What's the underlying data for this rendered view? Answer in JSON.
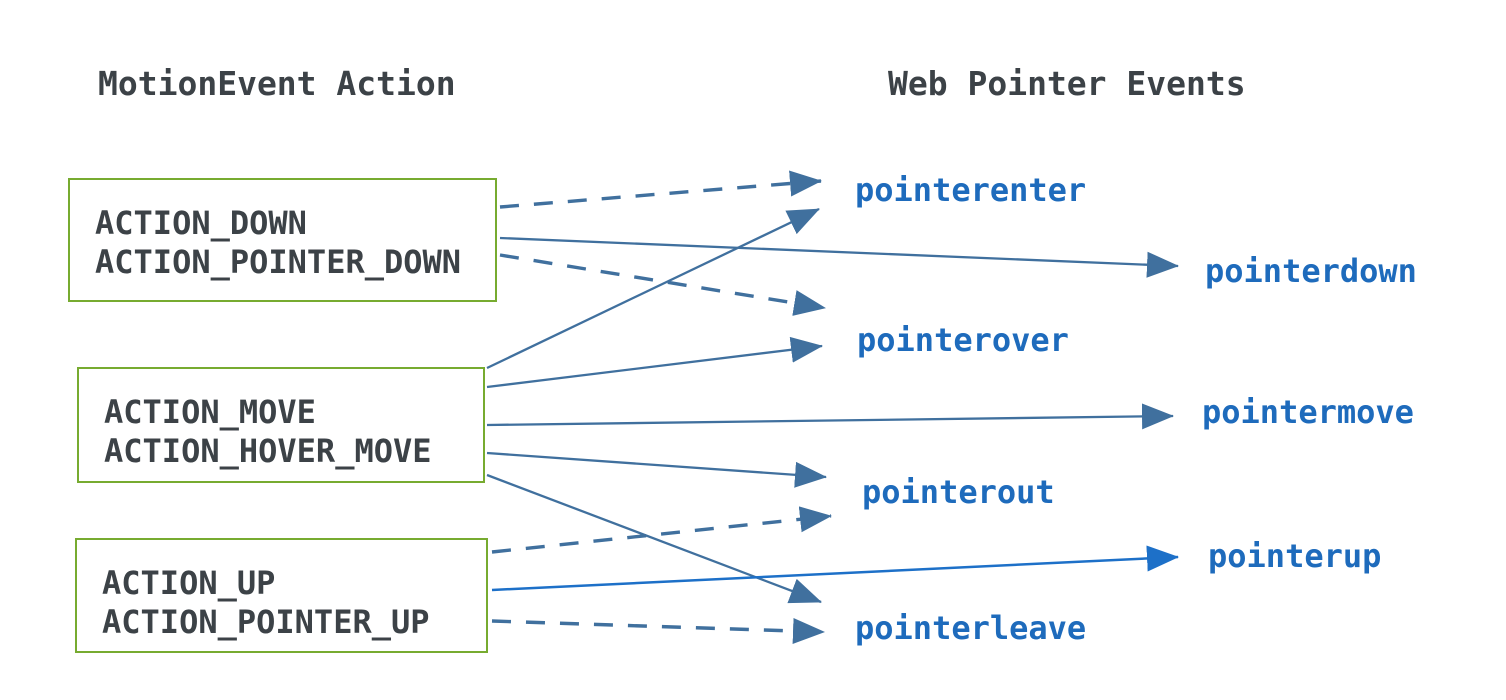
{
  "diagram": {
    "left_header": "MotionEvent Action",
    "right_header": "Web Pointer Events",
    "action_boxes": [
      {
        "id": "down",
        "lines": [
          "ACTION_DOWN",
          "ACTION_POINTER_DOWN"
        ]
      },
      {
        "id": "move",
        "lines": [
          "ACTION_MOVE",
          "ACTION_HOVER_MOVE"
        ]
      },
      {
        "id": "up",
        "lines": [
          "ACTION_UP",
          "ACTION_POINTER_UP"
        ]
      }
    ],
    "pointer_events": [
      "pointerenter",
      "pointerdown",
      "pointerover",
      "pointermove",
      "pointerout",
      "pointerup",
      "pointerleave"
    ],
    "mappings": [
      {
        "from": "ACTION_DOWN / ACTION_POINTER_DOWN",
        "to": "pointerenter",
        "line_style": "dashed"
      },
      {
        "from": "ACTION_DOWN / ACTION_POINTER_DOWN",
        "to": "pointerdown",
        "line_style": "solid"
      },
      {
        "from": "ACTION_DOWN / ACTION_POINTER_DOWN",
        "to": "pointerover",
        "line_style": "dashed"
      },
      {
        "from": "ACTION_MOVE / ACTION_HOVER_MOVE",
        "to": "pointerenter",
        "line_style": "solid"
      },
      {
        "from": "ACTION_MOVE / ACTION_HOVER_MOVE",
        "to": "pointerover",
        "line_style": "solid"
      },
      {
        "from": "ACTION_MOVE / ACTION_HOVER_MOVE",
        "to": "pointermove",
        "line_style": "solid"
      },
      {
        "from": "ACTION_MOVE / ACTION_HOVER_MOVE",
        "to": "pointerout",
        "line_style": "solid"
      },
      {
        "from": "ACTION_MOVE / ACTION_HOVER_MOVE",
        "to": "pointerleave",
        "line_style": "solid"
      },
      {
        "from": "ACTION_UP / ACTION_POINTER_UP",
        "to": "pointerout",
        "line_style": "dashed"
      },
      {
        "from": "ACTION_UP / ACTION_POINTER_UP",
        "to": "pointerup",
        "line_style": "solid"
      },
      {
        "from": "ACTION_UP / ACTION_POINTER_UP",
        "to": "pointerleave",
        "line_style": "dashed"
      }
    ],
    "colors": {
      "ink": "#3c4247",
      "green": "#77ab30",
      "label": "#1e6bbc",
      "arrow": "#40709e",
      "arrow-bright": "#1d70c8"
    }
  }
}
